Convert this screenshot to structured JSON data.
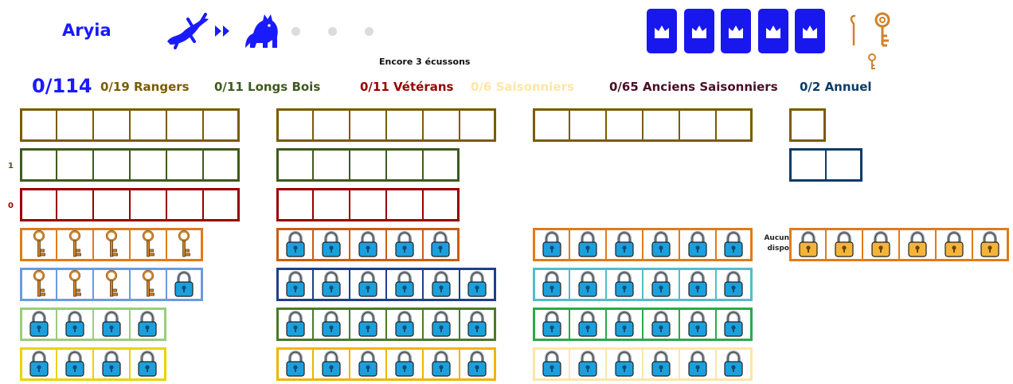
{
  "player": {
    "name": "Aryia"
  },
  "status": {
    "remaining": "Encore 3 écussons"
  },
  "score": {
    "total": "0/114"
  },
  "categories": [
    {
      "label": "0/19 Rangers",
      "color": "#7a5c00"
    },
    {
      "label": "0/11 Longs Bois",
      "color": "#3f5a1e"
    },
    {
      "label": "0/11 Vétérans",
      "color": "#990000"
    },
    {
      "label": "0/6 Saisonniers",
      "color": "#ffe6a3"
    },
    {
      "label": "0/65 Anciens Saisonniers",
      "color": "#4a0f26"
    },
    {
      "label": "0/2 Annuel",
      "color": "#0d3b66"
    }
  ],
  "row_labels": {
    "longs_bois": "1",
    "veterans": "0"
  },
  "no_slot": {
    "line1": "Aucun",
    "line2": "dispo"
  },
  "colors": {
    "ranger": "#7a5c00",
    "longbois": "#3f5a1e",
    "veteran": "#990000",
    "orange": "#e07b1a",
    "lightblue": "#6a9be0",
    "lightgreen": "#9acd7c",
    "yellow": "#e8d400",
    "darkorange": "#cc5c10",
    "navy": "#1f3f8a",
    "olive": "#4a7a2a",
    "gold": "#f0b400",
    "teal": "#55bcc6",
    "green": "#2ea84a",
    "cream": "#fbe6a8",
    "annual": "#0d3b66",
    "lock_blue": "#1ba0dd",
    "lock_gold": "#f4b43a",
    "key": "#d0822a",
    "crown_card": "#1818ee"
  },
  "icons": {
    "evolution": [
      "lizard-icon",
      "double-arrow-icon",
      "cat-icon"
    ],
    "crown_count": 5,
    "keys": [
      "large-key-icon",
      "hook-key-icon",
      "small-key-icon"
    ]
  },
  "grid": [
    {
      "group": 1,
      "color": "ranger",
      "cells": [
        "empty",
        "empty",
        "empty",
        "empty",
        "empty",
        "empty"
      ]
    },
    {
      "group": 1,
      "color": "longbois",
      "cells": [
        "empty",
        "empty",
        "empty",
        "empty",
        "empty",
        "empty"
      ]
    },
    {
      "group": 1,
      "color": "veteran",
      "cells": [
        "empty",
        "empty",
        "empty",
        "empty",
        "empty",
        "empty"
      ]
    },
    {
      "group": 1,
      "color": "orange",
      "cells": [
        "key",
        "key",
        "key",
        "key",
        "key"
      ]
    },
    {
      "group": 1,
      "color": "lightblue",
      "cells": [
        "key",
        "key",
        "key",
        "key",
        "lock-blue"
      ]
    },
    {
      "group": 1,
      "color": "lightgreen",
      "cells": [
        "lock-blue",
        "lock-blue",
        "lock-blue",
        "lock-blue"
      ]
    },
    {
      "group": 1,
      "color": "yellow",
      "cells": [
        "lock-blue",
        "lock-blue",
        "lock-blue",
        "lock-blue"
      ]
    },
    {
      "group": 2,
      "color": "ranger",
      "cells": [
        "empty",
        "empty",
        "empty",
        "empty",
        "empty",
        "empty"
      ]
    },
    {
      "group": 2,
      "color": "longbois",
      "cells": [
        "empty",
        "empty",
        "empty",
        "empty",
        "empty"
      ]
    },
    {
      "group": 2,
      "color": "veteran",
      "cells": [
        "empty",
        "empty",
        "empty",
        "empty",
        "empty"
      ]
    },
    {
      "group": 2,
      "color": "darkorange",
      "cells": [
        "lock-blue",
        "lock-blue",
        "lock-blue",
        "lock-blue",
        "lock-blue"
      ]
    },
    {
      "group": 2,
      "color": "navy",
      "cells": [
        "lock-blue",
        "lock-blue",
        "lock-blue",
        "lock-blue",
        "lock-blue",
        "lock-blue"
      ]
    },
    {
      "group": 2,
      "color": "olive",
      "cells": [
        "lock-blue",
        "lock-blue",
        "lock-blue",
        "lock-blue",
        "lock-blue",
        "lock-blue"
      ]
    },
    {
      "group": 2,
      "color": "gold",
      "cells": [
        "lock-blue",
        "lock-blue",
        "lock-blue",
        "lock-blue",
        "lock-blue",
        "lock-blue"
      ]
    },
    {
      "group": 3,
      "color": "ranger",
      "cells": [
        "empty",
        "empty",
        "empty",
        "empty",
        "empty",
        "empty"
      ]
    },
    {
      "group": 3,
      "color": "orange",
      "cells": [
        "lock-blue",
        "lock-blue",
        "lock-blue",
        "lock-blue",
        "lock-blue",
        "lock-blue"
      ]
    },
    {
      "group": 3,
      "color": "teal",
      "cells": [
        "lock-blue",
        "lock-blue",
        "lock-blue",
        "lock-blue",
        "lock-blue",
        "lock-blue"
      ]
    },
    {
      "group": 3,
      "color": "green",
      "cells": [
        "lock-blue",
        "lock-blue",
        "lock-blue",
        "lock-blue",
        "lock-blue",
        "lock-blue"
      ]
    },
    {
      "group": 3,
      "color": "cream",
      "cells": [
        "lock-blue",
        "lock-blue",
        "lock-blue",
        "lock-blue",
        "lock-blue",
        "lock-blue"
      ]
    },
    {
      "group": 4,
      "color": "ranger",
      "cells": [
        "empty"
      ]
    },
    {
      "group": 4,
      "color": "annual",
      "cells": [
        "empty",
        "empty"
      ]
    },
    {
      "group": 4,
      "color": "orange",
      "cells": [
        "lock-gold",
        "lock-gold",
        "lock-gold",
        "lock-gold",
        "lock-gold",
        "lock-gold"
      ]
    }
  ]
}
